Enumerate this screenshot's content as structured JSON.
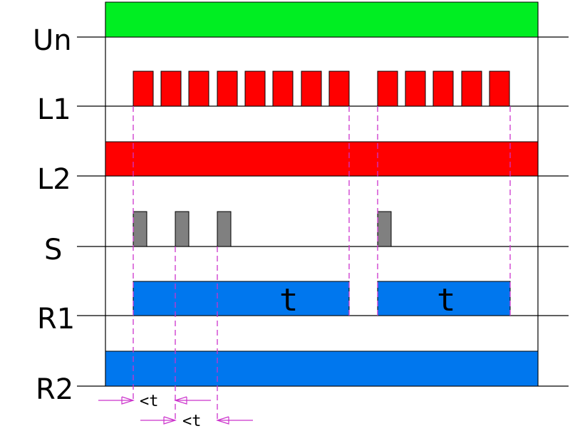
{
  "rows": {
    "un": "Un",
    "l1": "L1",
    "l2": "L2",
    "s": "S",
    "r1": "R1",
    "r2": "R2"
  },
  "r1_segments": [
    {
      "time_label": "t"
    },
    {
      "time_label": "t"
    }
  ],
  "dimensions": [
    {
      "label": "<t"
    },
    {
      "label": "<t"
    }
  ],
  "colors": {
    "supply": "#00ee22",
    "l_pulse": "#ff0000",
    "s_pulse": "#808080",
    "relay": "#0077ee",
    "guide": "#cc33cc"
  }
}
